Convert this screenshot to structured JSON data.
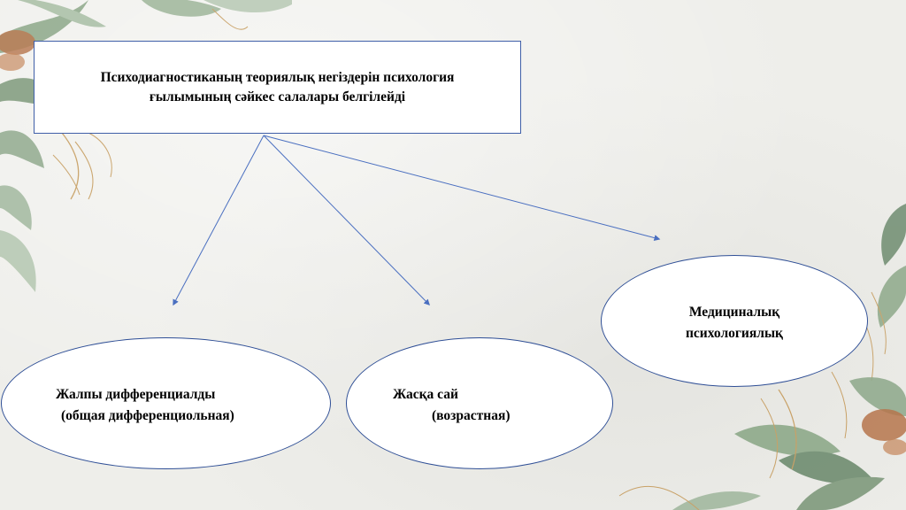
{
  "title_box": {
    "line1": "Психодиагностиканың теориялық негіздерін психология",
    "line2": "ғылымының сәйкес салалары белгілейді"
  },
  "branches": [
    {
      "line1": "Жалпы дифференциалды",
      "line2": "(общая дифференциольная)"
    },
    {
      "line1": "Жасқа сай",
      "line2": "(возрастная)"
    },
    {
      "line1": "Медициналық",
      "line2": "психологиялық"
    }
  ],
  "colors": {
    "arrow": "#4a6fc0",
    "outline": "#2f4f96",
    "leaf": "#7f9a7c",
    "leaf_dark": "#5f7d62",
    "gold": "#c59a5a",
    "rust": "#b0683c"
  }
}
